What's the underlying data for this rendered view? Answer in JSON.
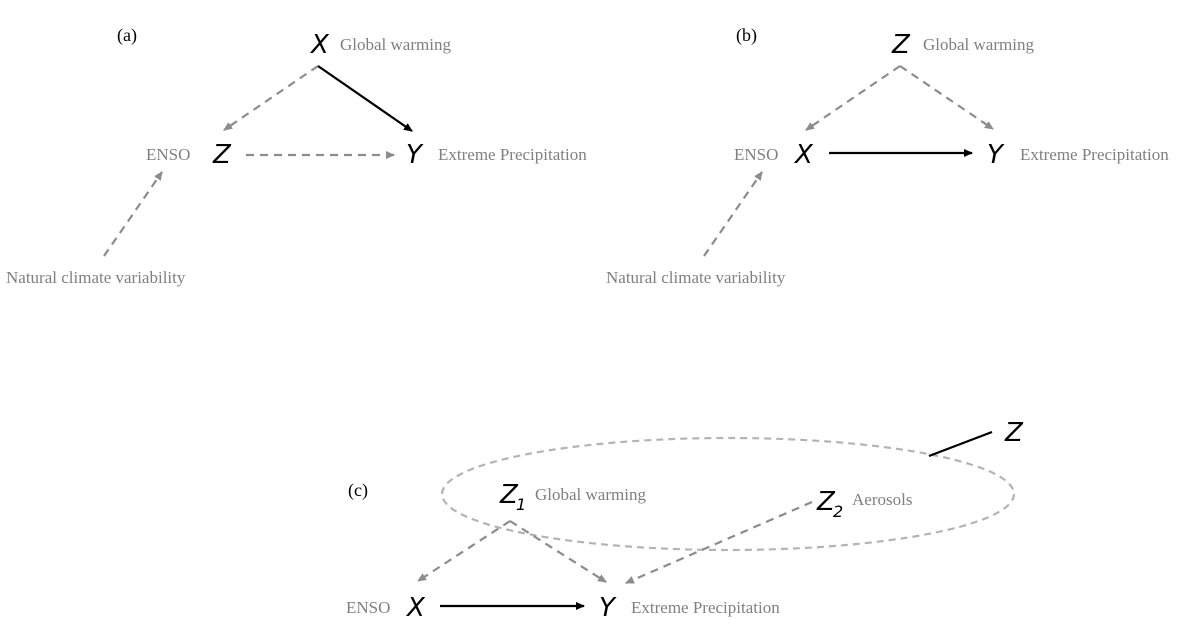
{
  "panels": {
    "a": {
      "label": "(a)",
      "x_var": "X",
      "x_desc": "Global warming",
      "z_var": "Z",
      "z_desc": "ENSO",
      "y_var": "Y",
      "y_desc": "Extreme Precipitation",
      "source_desc": "Natural climate variability"
    },
    "b": {
      "label": "(b)",
      "z_var": "Z",
      "z_desc": "Global warming",
      "x_var": "X",
      "x_desc": "ENSO",
      "y_var": "Y",
      "y_desc": "Extreme Precipitation",
      "source_desc": "Natural climate variability"
    },
    "c": {
      "label": "(c)",
      "z1_var": "Z",
      "z1_sub": "1",
      "z1_desc": "Global warming",
      "z2_var": "Z",
      "z2_sub": "2",
      "z2_desc": "Aerosols",
      "z_var": "Z",
      "x_var": "X",
      "x_desc": "ENSO",
      "y_var": "Y",
      "y_desc": "Extreme Precipitation"
    }
  },
  "colors": {
    "dashed_arrow": "#8c8c8c",
    "solid_arrow": "#000000",
    "ellipse": "#b4b4b4",
    "label_text": "#808080"
  }
}
